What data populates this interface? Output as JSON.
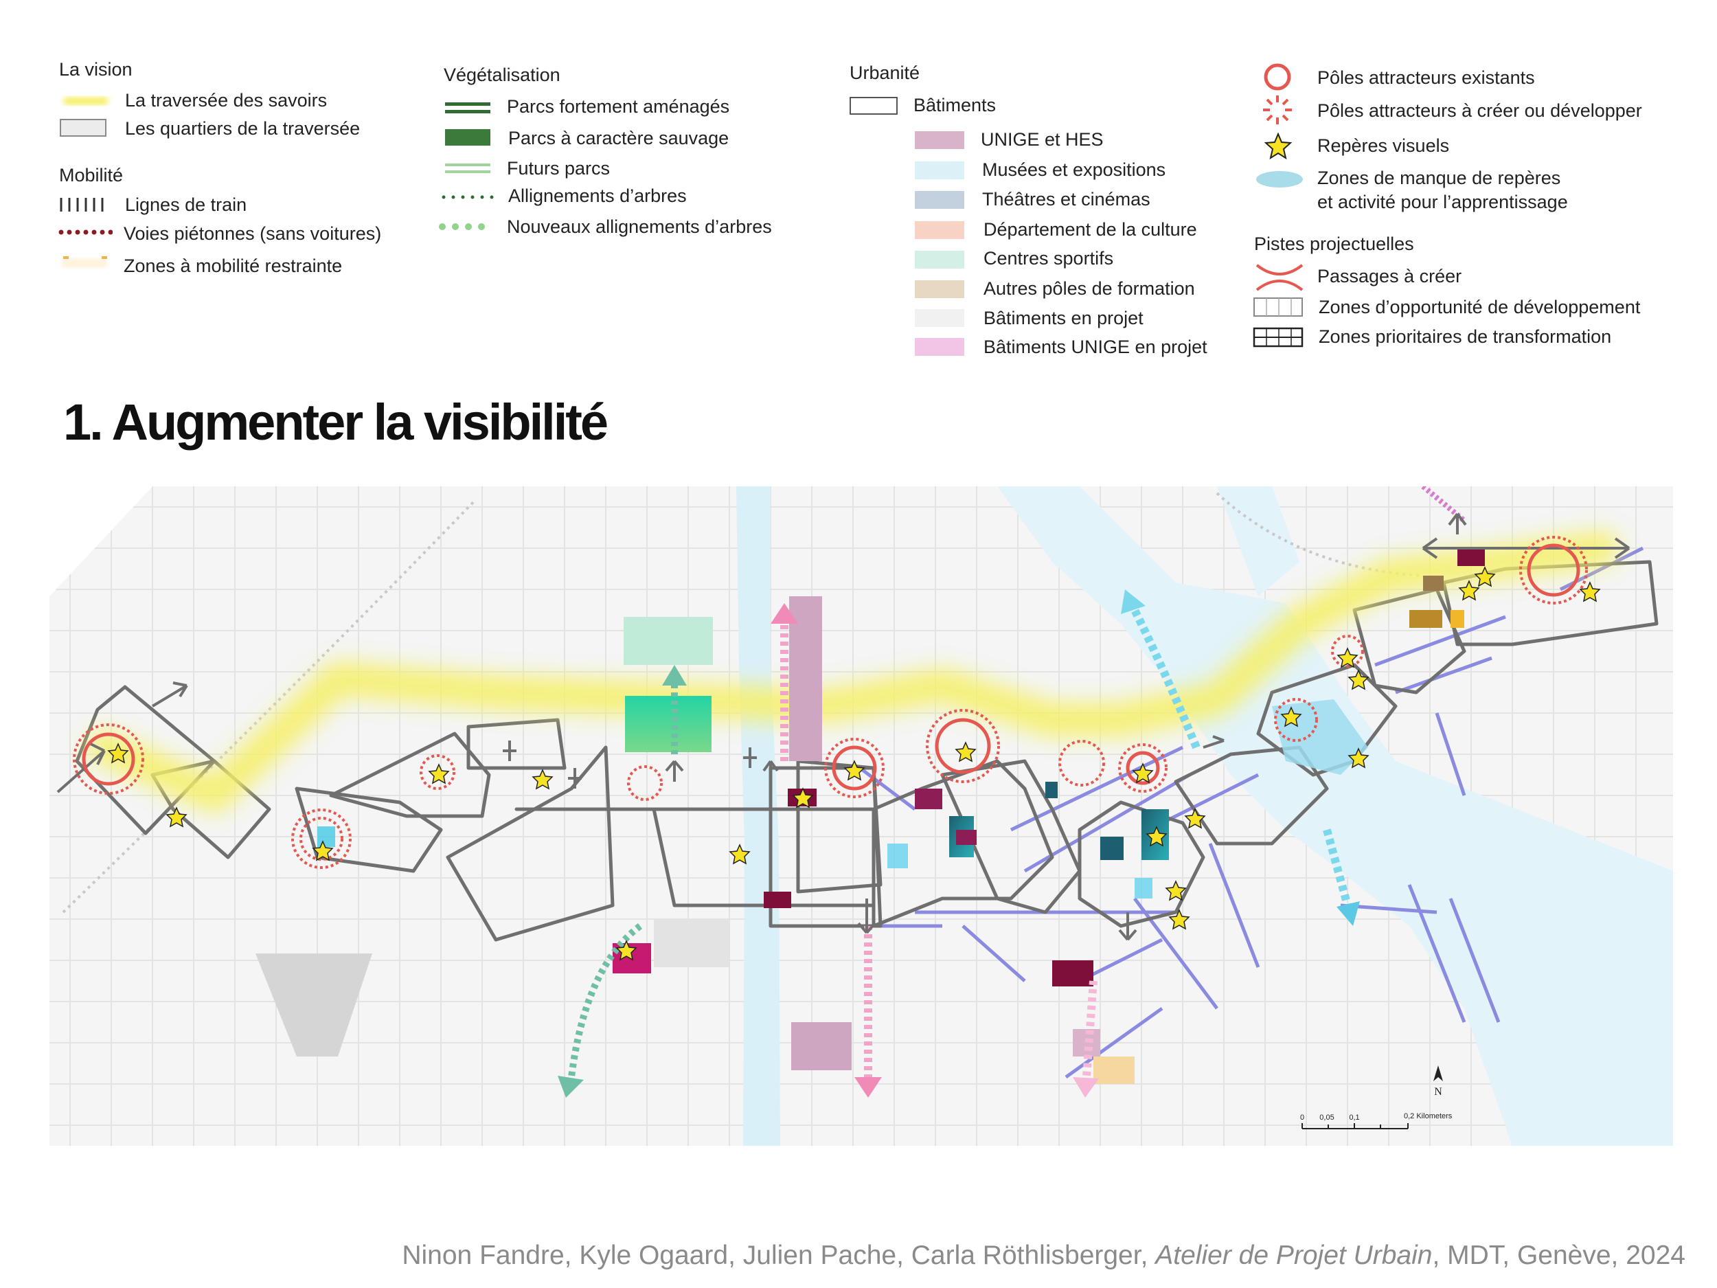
{
  "legend": {
    "vision": {
      "title": "La vision",
      "items": [
        {
          "label": "La traversée des savoirs",
          "symbol": "yellow-glow-band"
        },
        {
          "label": "Les quartiers de la traversée",
          "symbol": "grey-outline-box"
        }
      ]
    },
    "mobilite": {
      "title": "Mobilité",
      "items": [
        {
          "label": "Lignes de train",
          "symbol": "hatched-line"
        },
        {
          "label": "Voies piétonnes (sans voitures)",
          "symbol": "dotted-dark-red-line"
        },
        {
          "label": "Zones à mobilité restrainte",
          "symbol": "orange-dashed-glow"
        }
      ]
    },
    "vegetalisation": {
      "title": "Végétalisation",
      "items": [
        {
          "label": "Parcs  fortement aménagés",
          "color": "#2f6b32",
          "symbol": "double-line"
        },
        {
          "label": "Parcs  à caractère sauvage",
          "color": "#3b7a3a",
          "symbol": "filled-box"
        },
        {
          "label": "Futurs parcs",
          "color": "#9fd49a",
          "symbol": "double-line-light"
        },
        {
          "label": "Allignements d’arbres",
          "color": "#2f6b32",
          "symbol": "small-dots"
        },
        {
          "label": "Nouveaux allignements d’arbres",
          "color": "#8fd48a",
          "symbol": "large-dots"
        }
      ]
    },
    "urbanite": {
      "title": "Urbanité",
      "batiments": "Bâtiments",
      "items": [
        {
          "label": "UNIGE et HES",
          "color": "#d9b3c9"
        },
        {
          "label": "Musées et expositions",
          "color": "#dcf0f8"
        },
        {
          "label": "Théâtres et cinémas",
          "color": "#c3d0de"
        },
        {
          "label": "Département de la culture",
          "color": "#f8d2c4"
        },
        {
          "label": "Centres sportifs",
          "color": "#d3efe6"
        },
        {
          "label": "Autres pôles de formation",
          "color": "#e6d8c3"
        },
        {
          "label": "Bâtiments en projet",
          "color": "#f1f1f1"
        },
        {
          "label": "Bâtiments UNIGE en projet",
          "color": "#f2c4e6"
        }
      ]
    },
    "poles": {
      "items": [
        {
          "label": "Pôles attracteurs existants",
          "symbol": "red-circle-icon"
        },
        {
          "label": "Pôles attracteurs à créer ou développer",
          "symbol": "red-burst-icon"
        },
        {
          "label": "Repères visuels",
          "symbol": "star-icon"
        },
        {
          "label": "Zones de manque de repères",
          "label2": "et activité pour l’apprentissage",
          "symbol": "blue-ellipse"
        }
      ]
    },
    "pistes": {
      "title": "Pistes projectuelles",
      "items": [
        {
          "label": "Passages à créer",
          "symbol": "red-passage-icon"
        },
        {
          "label": "Zones d’opportunité de développement",
          "symbol": "light-grid-box"
        },
        {
          "label": "Zones prioritaires de transformation",
          "symbol": "dark-grid-box"
        }
      ]
    }
  },
  "main_title": "1. Augmenter la visibilité",
  "map": {
    "north_label": "N",
    "scale": {
      "ticks": [
        "0",
        "0,05",
        "0,1",
        "0,2 Kilometers"
      ]
    }
  },
  "credits": {
    "authors": "Ninon Fandre, Kyle Ogaard, Julien Pache, Carla Röthlisberger,",
    "work": "Atelier de Projet Urbain",
    "rest": ", MDT, Genève, 2024"
  }
}
